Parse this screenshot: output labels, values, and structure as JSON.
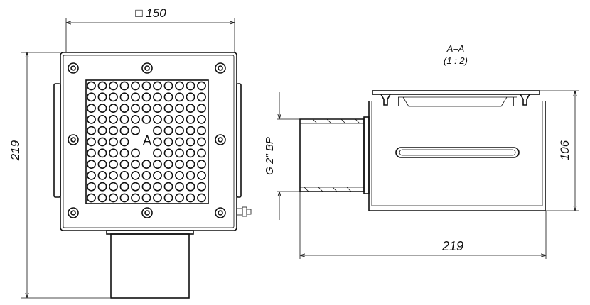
{
  "front_view": {
    "width_dimension": "□ 150",
    "height_dimension": "219",
    "grate_mark": "A",
    "grate_grid": {
      "rows": 11,
      "cols": 11
    }
  },
  "section_view": {
    "title": "A–A",
    "scale": "(1 : 2)",
    "height_dimension": "106",
    "length_dimension": "219",
    "thread_dimension": "G 2\" BP"
  }
}
